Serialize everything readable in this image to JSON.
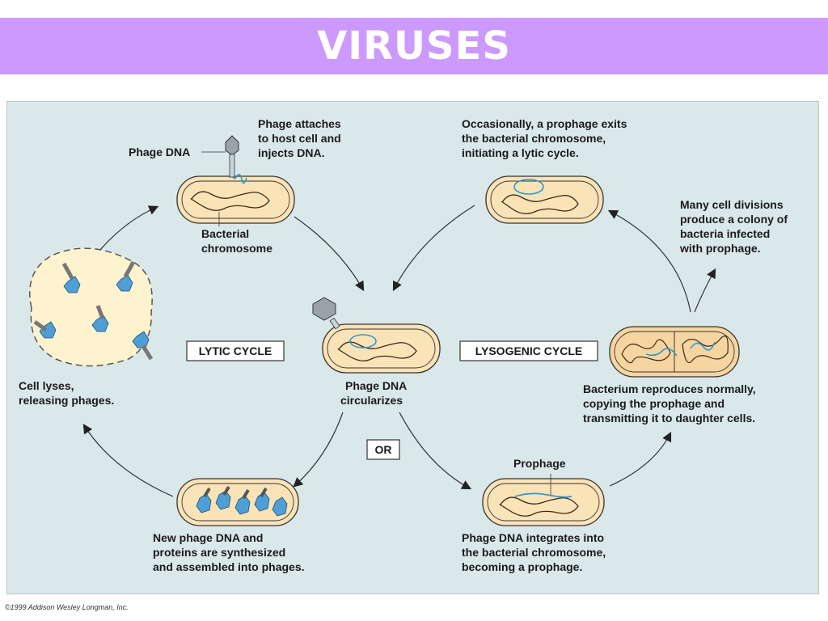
{
  "slide": {
    "title": "VIRUSES",
    "title_bar_color": "#cc99ff",
    "panel_color": "#dbe8ea"
  },
  "diagram": {
    "attach_caption": [
      "Phage attaches",
      "to host cell and",
      "injects DNA."
    ],
    "phage_dna_label": "Phage DNA",
    "bacterial_chromosome_label": [
      "Bacterial",
      "chromosome"
    ],
    "lytic_cycle_label": "LYTIC CYCLE",
    "lysogenic_cycle_label": "LYSOGENIC CYCLE",
    "circularizes_caption": [
      "Phage DNA",
      "circularizes"
    ],
    "or_label": "OR",
    "cell_lyses_caption": [
      "Cell lyses,",
      "releasing phages."
    ],
    "new_phage_caption": [
      "New phage DNA and",
      "proteins are synthesized",
      "and assembled into phages."
    ],
    "prophage_exits_caption": [
      "Occasionally, a prophage exits",
      "the bacterial chromosome,",
      "initiating a lytic cycle."
    ],
    "many_divisions_caption": [
      "Many cell divisions",
      "produce a colony of",
      "bacteria infected",
      "with prophage."
    ],
    "reproduces_caption": [
      "Bacterium reproduces normally,",
      "copying the prophage and",
      "transmitting it to daughter cells."
    ],
    "prophage_label": "Prophage",
    "integrates_caption": [
      "Phage DNA integrates into",
      "the bacterial chromosome,",
      "becoming a prophage."
    ],
    "dna_color": "#3399cc",
    "cell_fill": "#fbe3b8"
  },
  "footer": {
    "copyright": "©1999 Addison Wesley Longman, Inc."
  }
}
